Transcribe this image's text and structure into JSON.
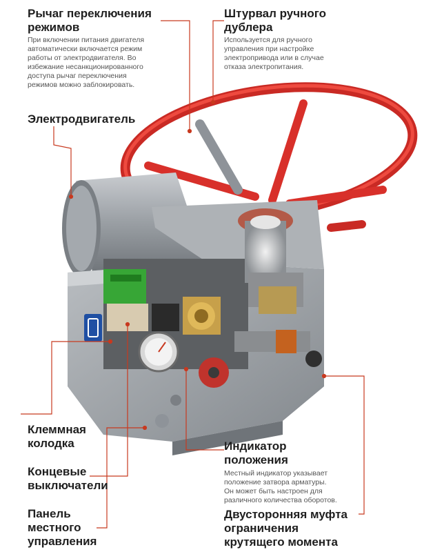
{
  "callouts": {
    "mode_lever": {
      "title": "Рычаг переключения\nрежимов",
      "desc": "При включении питания двигателя\nавтоматически включается режим\nработы от электродвигателя. Во\nизбежание несанкционированного\nдоступа рычаг переключения\nрежимов можно заблокировать."
    },
    "handwheel": {
      "title": "Штурвал ручного\nдублера",
      "desc": "Используется для ручного\nуправления при настройке\nэлектропривода или в случае\nотказа электропитания."
    },
    "motor": {
      "title": "Электродвигатель"
    },
    "terminal_block": {
      "title": "Клеммная\nколодка"
    },
    "limit_switches": {
      "title": "Концевые\nвыключатели"
    },
    "local_panel": {
      "title": "Панель\nместного\nуправления"
    },
    "position_indicator": {
      "title": "Индикатор\nположения",
      "desc": "Местный индикатор указывает\nположение затвора арматуры.\nОн может быть настроен для\nразличного количества оборотов."
    },
    "torque_coupling": {
      "title": "Двусторонняя муфта\nограничения\nкрутящего момента"
    }
  },
  "colors": {
    "accent": "#c8391f",
    "wheel": "#e0312b",
    "body": "#9ea3a8",
    "text": "#1e1e1e"
  }
}
